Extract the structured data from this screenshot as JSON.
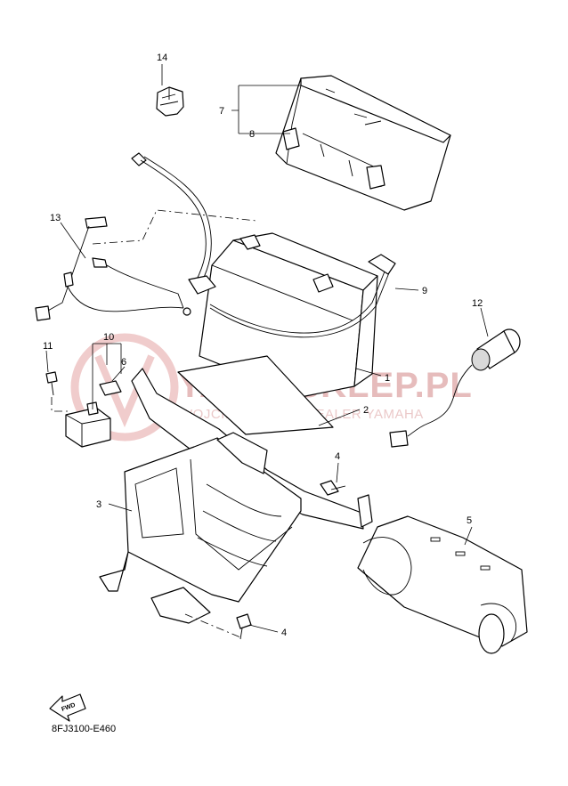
{
  "diagram": {
    "part_code": "8FJ3100-E460",
    "fwd_label": "FWD",
    "watermark": {
      "title": "YAMA-SKLEP.PL",
      "subtitle": "WOJCIECHOWICZ DEALER YAMAHA",
      "color": "#e6bcbc"
    },
    "callouts": [
      {
        "id": "callout-1",
        "label": "1"
      },
      {
        "id": "callout-2",
        "label": "2"
      },
      {
        "id": "callout-3",
        "label": "3"
      },
      {
        "id": "callout-4a",
        "label": "4"
      },
      {
        "id": "callout-4b",
        "label": "4"
      },
      {
        "id": "callout-5",
        "label": "5"
      },
      {
        "id": "callout-6",
        "label": "6"
      },
      {
        "id": "callout-7",
        "label": "7"
      },
      {
        "id": "callout-8",
        "label": "8"
      },
      {
        "id": "callout-9",
        "label": "9"
      },
      {
        "id": "callout-10",
        "label": "10"
      },
      {
        "id": "callout-11",
        "label": "11"
      },
      {
        "id": "callout-12",
        "label": "12"
      },
      {
        "id": "callout-13",
        "label": "13"
      },
      {
        "id": "callout-14",
        "label": "14"
      }
    ]
  }
}
